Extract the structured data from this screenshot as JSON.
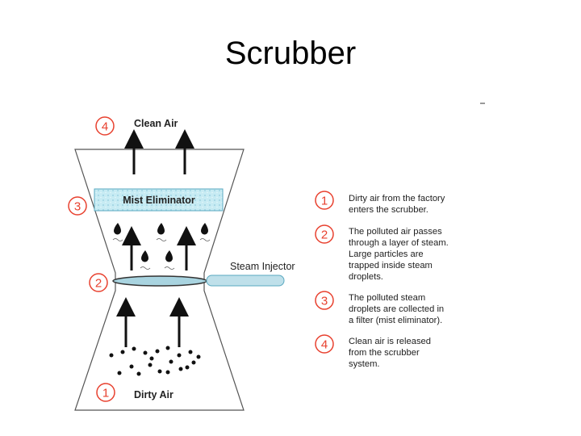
{
  "slide": {
    "title": "Scrubber"
  },
  "diagram": {
    "stage_labels": {
      "clean_air": "Clean Air",
      "mist_eliminator": "Mist Eliminator",
      "steam_injector": "Steam Injector",
      "dirty_air": "Dirty Air"
    },
    "stage_numbers": [
      "4",
      "3",
      "2",
      "1"
    ],
    "accent_color": "#e8412f",
    "mist_color": "#bfe6f0",
    "steam_color": "#a9d4e0"
  },
  "legend": {
    "steps": [
      {
        "num": "1",
        "lines": [
          "Dirty air from the factory",
          "enters the scrubber."
        ]
      },
      {
        "num": "2",
        "lines": [
          "The polluted air passes",
          "through a layer of steam.",
          "Large particles are",
          "trapped  inside steam",
          "droplets."
        ]
      },
      {
        "num": "3",
        "lines": [
          "The polluted steam",
          "droplets are collected in",
          "a filter (mist eliminator)."
        ]
      },
      {
        "num": "4",
        "lines": [
          "Clean air is released",
          "from the scrubber",
          "system."
        ]
      }
    ]
  }
}
